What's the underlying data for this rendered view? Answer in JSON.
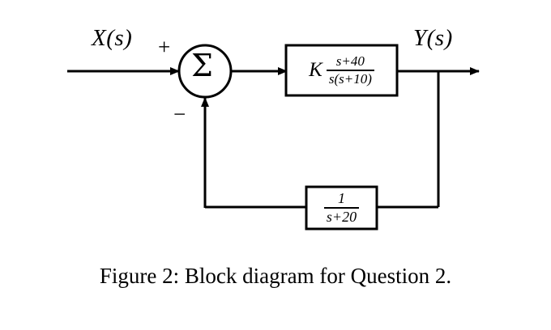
{
  "figure": {
    "caption": "Figure 2: Block diagram for Question 2.",
    "background_color": "#ffffff",
    "line_color": "#000000"
  },
  "signals": {
    "input_label": "X(s)",
    "output_label": "Y(s)"
  },
  "summing_junction": {
    "symbol": "Σ",
    "input_sign_positive": "+",
    "input_sign_negative": "−"
  },
  "forward_block": {
    "gain": "K",
    "numerator": "s+40",
    "denominator": "s(s+10)",
    "expression": "K (s+40)/(s(s+10))"
  },
  "feedback_block": {
    "numerator": "1",
    "denominator": "s+20",
    "expression": "1/(s+20)"
  },
  "chart_data": {
    "type": "diagram",
    "title": "Figure 2: Block diagram for Question 2.",
    "nodes": [
      {
        "id": "input",
        "label": "X(s)",
        "type": "signal-source"
      },
      {
        "id": "sum",
        "label": "Σ",
        "type": "summing-junction",
        "signs": [
          "+",
          "−"
        ]
      },
      {
        "id": "plant",
        "label": "K (s+40)/(s(s+10))",
        "type": "transfer-function-block"
      },
      {
        "id": "output",
        "label": "Y(s)",
        "type": "signal-sink"
      },
      {
        "id": "sensor",
        "label": "1/(s+20)",
        "type": "transfer-function-block"
      }
    ],
    "edges": [
      {
        "from": "input",
        "to": "sum",
        "sign": "+"
      },
      {
        "from": "sum",
        "to": "plant"
      },
      {
        "from": "plant",
        "to": "output"
      },
      {
        "from": "output",
        "to": "sensor",
        "note": "takeoff point"
      },
      {
        "from": "sensor",
        "to": "sum",
        "sign": "−"
      }
    ]
  }
}
